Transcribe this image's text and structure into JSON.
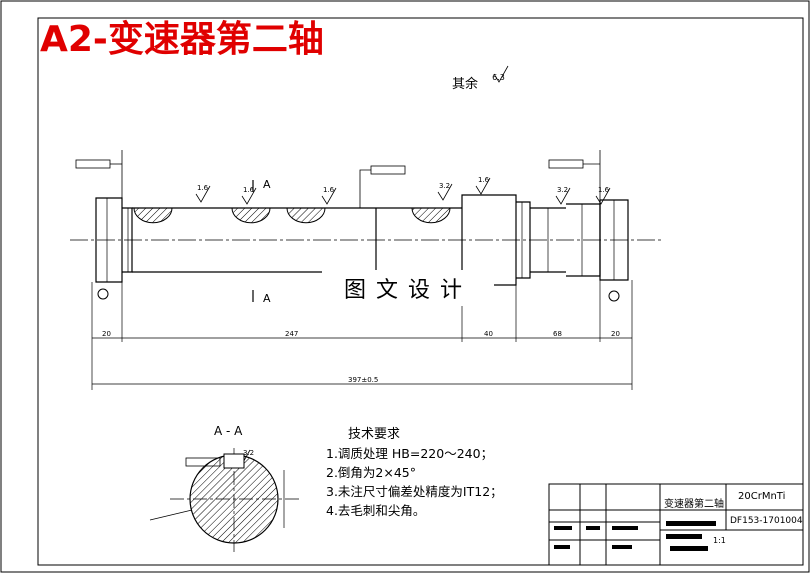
{
  "title": "A2-变速器第二轴",
  "watermark": "图文设计",
  "surface_rest": {
    "label": "其余",
    "value": "6.3"
  },
  "section_marks": {
    "top": "A",
    "bottom": "A",
    "view_title": "A - A"
  },
  "tech_requirements": {
    "heading": "技术要求",
    "items": [
      "1.调质处理 HB=220～240；",
      "2.倒角为2×45°",
      "3.未注尺寸偏差处精度为IT12；",
      "4.去毛刺和尖角。"
    ]
  },
  "dimensions": {
    "overall": "397±0.5",
    "segments": [
      "20",
      "247",
      "40",
      "68",
      "20"
    ],
    "roughness": [
      "1.6",
      "1.6",
      "1.6",
      "3.2",
      "1.6",
      "3.2",
      "1.6",
      "3.2"
    ]
  },
  "title_block": {
    "part_name": "变速器第二轴",
    "material": "20CrMnTi",
    "drawing_no": "DF153-1701004",
    "scale": "1:1"
  },
  "colors": {
    "title": "#e00000",
    "line": "#000000"
  }
}
